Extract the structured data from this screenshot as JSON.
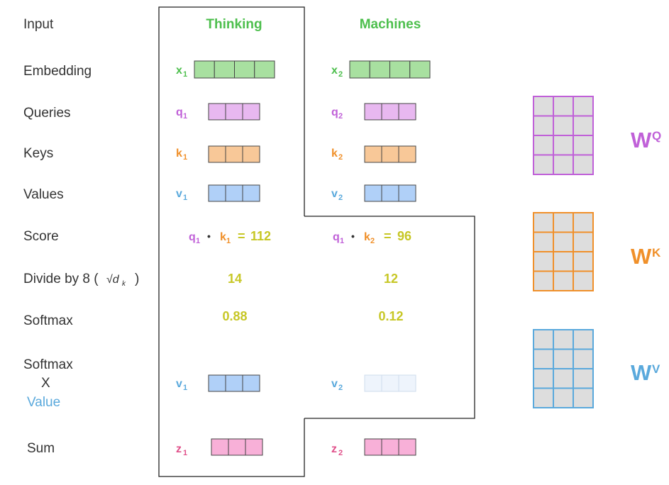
{
  "rows": {
    "input": "Input",
    "embedding": "Embedding",
    "queries": "Queries",
    "keys": "Keys",
    "values": "Values",
    "score": "Score",
    "divide_prefix": "Divide by 8 (",
    "divide_math": "√d",
    "divide_math_sub": "k",
    "divide_suffix": ")",
    "softmax": "Softmax",
    "softmax_x_1": "Softmax",
    "softmax_x_2": "X",
    "softmax_x_3": "Value",
    "sum": "Sum"
  },
  "words": {
    "thinking": "Thinking",
    "machines": "Machines"
  },
  "vectors": {
    "x": "x",
    "q": "q",
    "k": "k",
    "v": "v",
    "z": "z",
    "sub1": "1",
    "sub2": "2"
  },
  "scores": {
    "dot": "•",
    "eq": "=",
    "col1": "112",
    "col2": "96"
  },
  "divided": {
    "col1": "14",
    "col2": "12"
  },
  "softmax_vals": {
    "col1": "0.88",
    "col2": "0.12"
  },
  "weights": {
    "w": "W",
    "q_sup": "Q",
    "k_sup": "K",
    "v_sup": "V"
  },
  "colors": {
    "green": "#4dbf4d",
    "purple": "#c060d8",
    "orange": "#f0902a",
    "blue": "#5aa9dc",
    "pink": "#e0508a",
    "yellow": "#c7c726",
    "embedding_fill": "#a8e0a0",
    "query_fill": "#e8b8f0",
    "key_fill": "#f8c898",
    "value_fill": "#b0d0f8",
    "value_faded_fill": "#eef4fc",
    "sum_fill": "#f8b0d8",
    "matrix_cell": "#dddddd"
  }
}
